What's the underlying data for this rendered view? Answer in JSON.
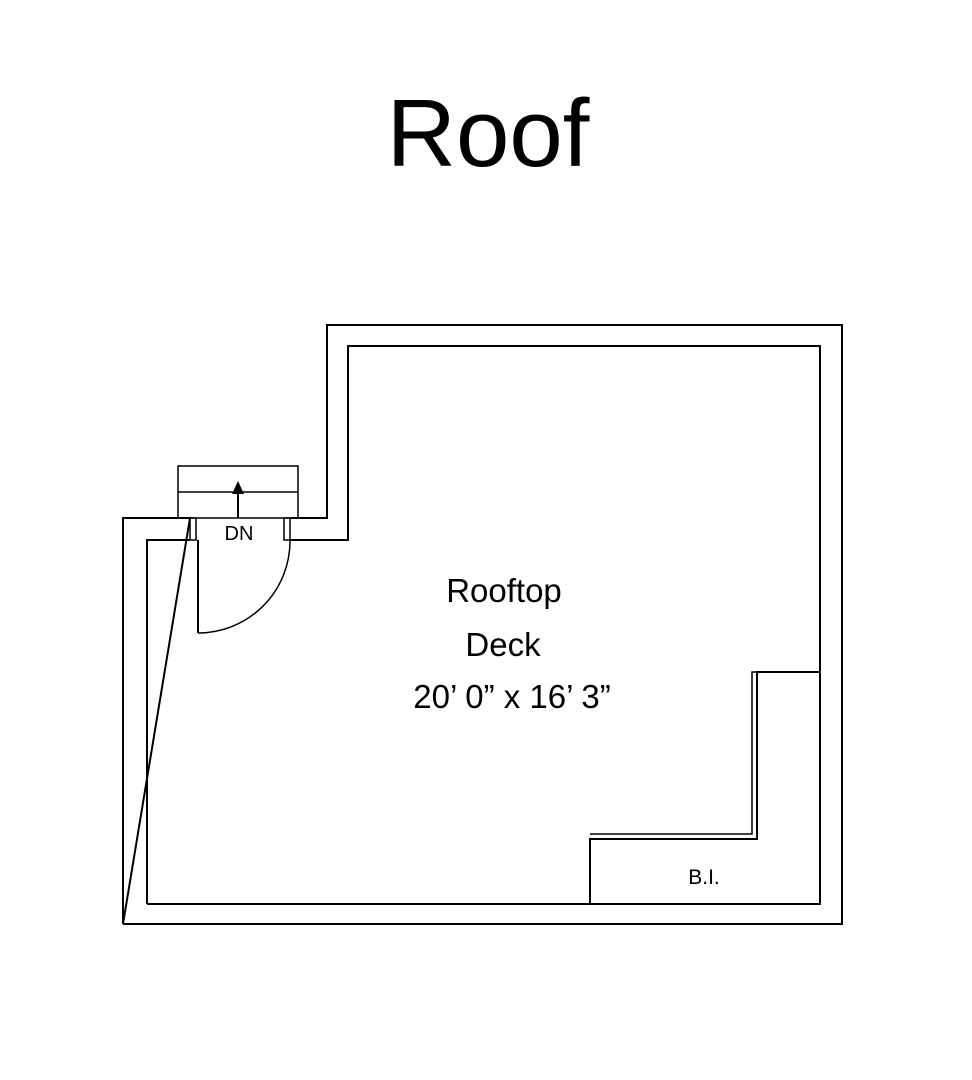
{
  "title": "Roof",
  "room": {
    "name_line1": "Rooftop",
    "name_line2": "Deck",
    "dimensions": "20’ 0” x 16’ 3”"
  },
  "stair": {
    "label": "DN"
  },
  "built_in": {
    "label": "B.I."
  }
}
